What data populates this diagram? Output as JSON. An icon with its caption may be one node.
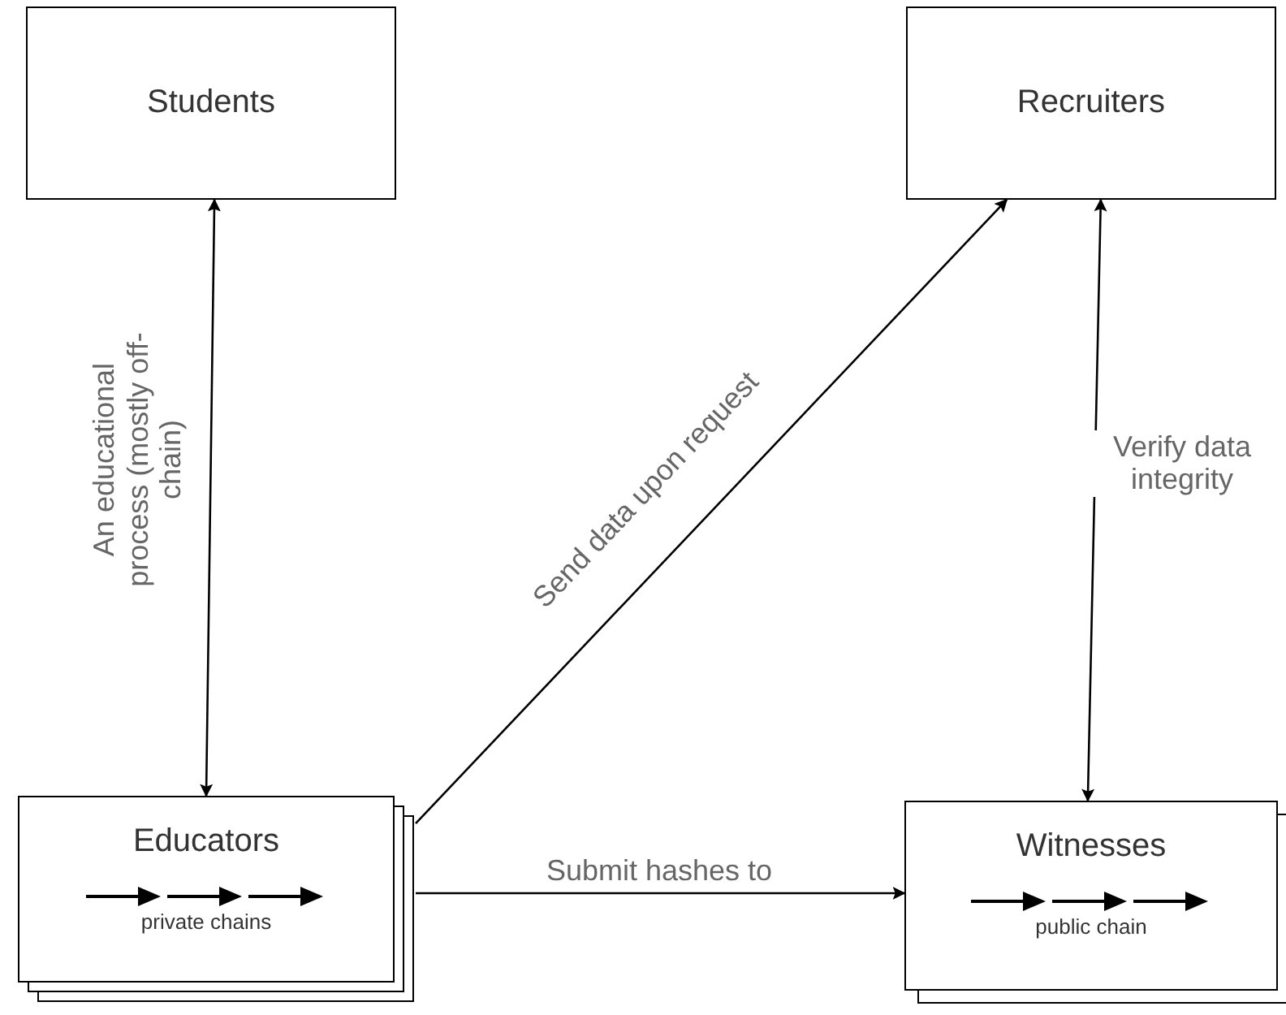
{
  "diagram": {
    "nodes": [
      {
        "text": [
          "Students"
        ]
      },
      {
        "text": [
          "Recruiters"
        ]
      },
      {
        "text": [
          "Educators",
          "private chains"
        ]
      },
      {
        "text": [
          "Witnesses",
          "public chain"
        ]
      }
    ],
    "edges": [
      {
        "from": 0,
        "to": 2,
        "arrow": "both",
        "label": "An educational process (mostly off-chain)"
      },
      {
        "from": 2,
        "to": 1,
        "arrow": "to",
        "label": "Send data upon request"
      },
      {
        "from": 1,
        "to": 3,
        "arrow": "both",
        "label": "Verify data integrity"
      },
      {
        "from": 2,
        "to": 3,
        "arrow": "to",
        "label": "Submit hashes to"
      }
    ]
  }
}
